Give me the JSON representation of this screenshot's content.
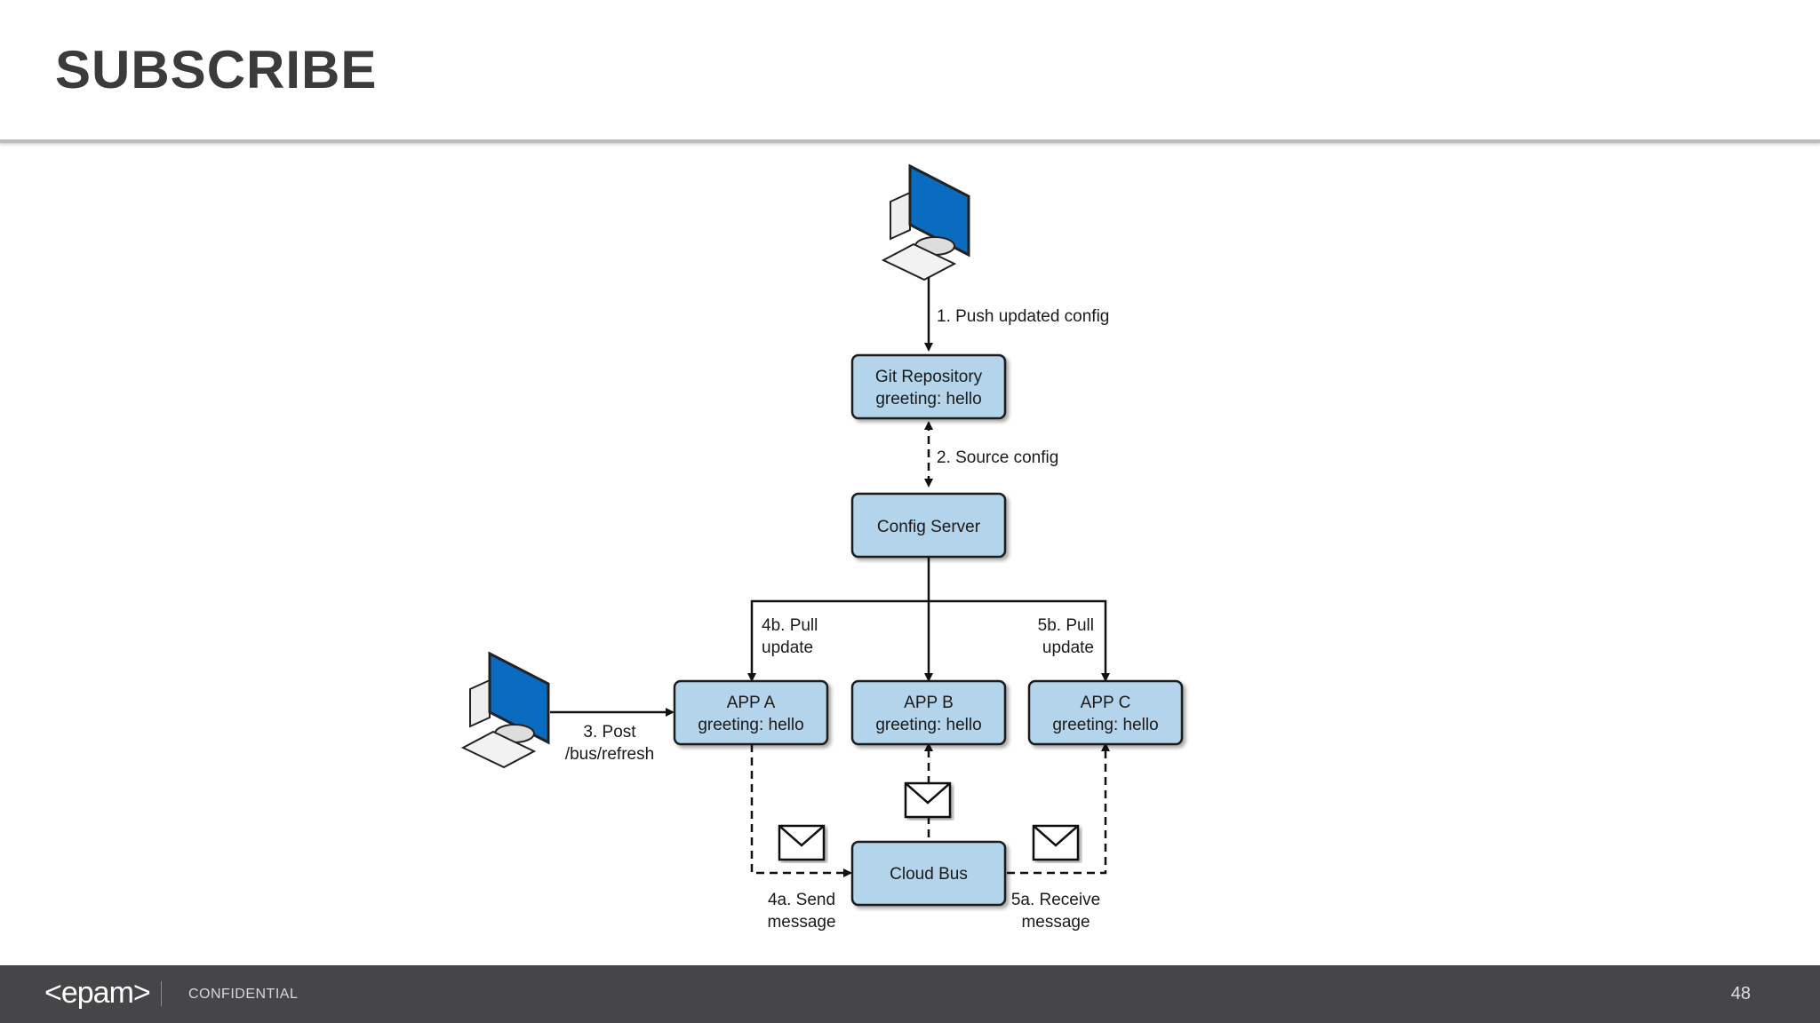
{
  "slide": {
    "title": "SUBSCRIBE",
    "page_number": "48"
  },
  "footer": {
    "logo": "<epam>",
    "label": "CONFIDENTIAL"
  },
  "diagram": {
    "nodes": {
      "git": {
        "line1": "Git Repository",
        "line2": "greeting: hello"
      },
      "config": {
        "line1": "Config Server"
      },
      "app_a": {
        "line1": "APP A",
        "line2": "greeting: hello"
      },
      "app_b": {
        "line1": "APP B",
        "line2": "greeting: hello"
      },
      "app_c": {
        "line1": "APP C",
        "line2": "greeting: hello"
      },
      "bus": {
        "line1": "Cloud Bus"
      }
    },
    "edges": {
      "e1": "1. Push updated config",
      "e2": "2. Source config",
      "e3": {
        "line1": "3. Post",
        "line2": "/bus/refresh"
      },
      "e4b": {
        "line1": "4b. Pull",
        "line2": "update"
      },
      "e5b": {
        "line1": "5b. Pull",
        "line2": "update"
      },
      "e4a": {
        "line1": "4a. Send",
        "line2": "message"
      },
      "e5a": {
        "line1": "5a. Receive",
        "line2": "message"
      }
    },
    "colors": {
      "box_fill": "#b3d4ea",
      "screen": "#0a6cc0"
    }
  }
}
